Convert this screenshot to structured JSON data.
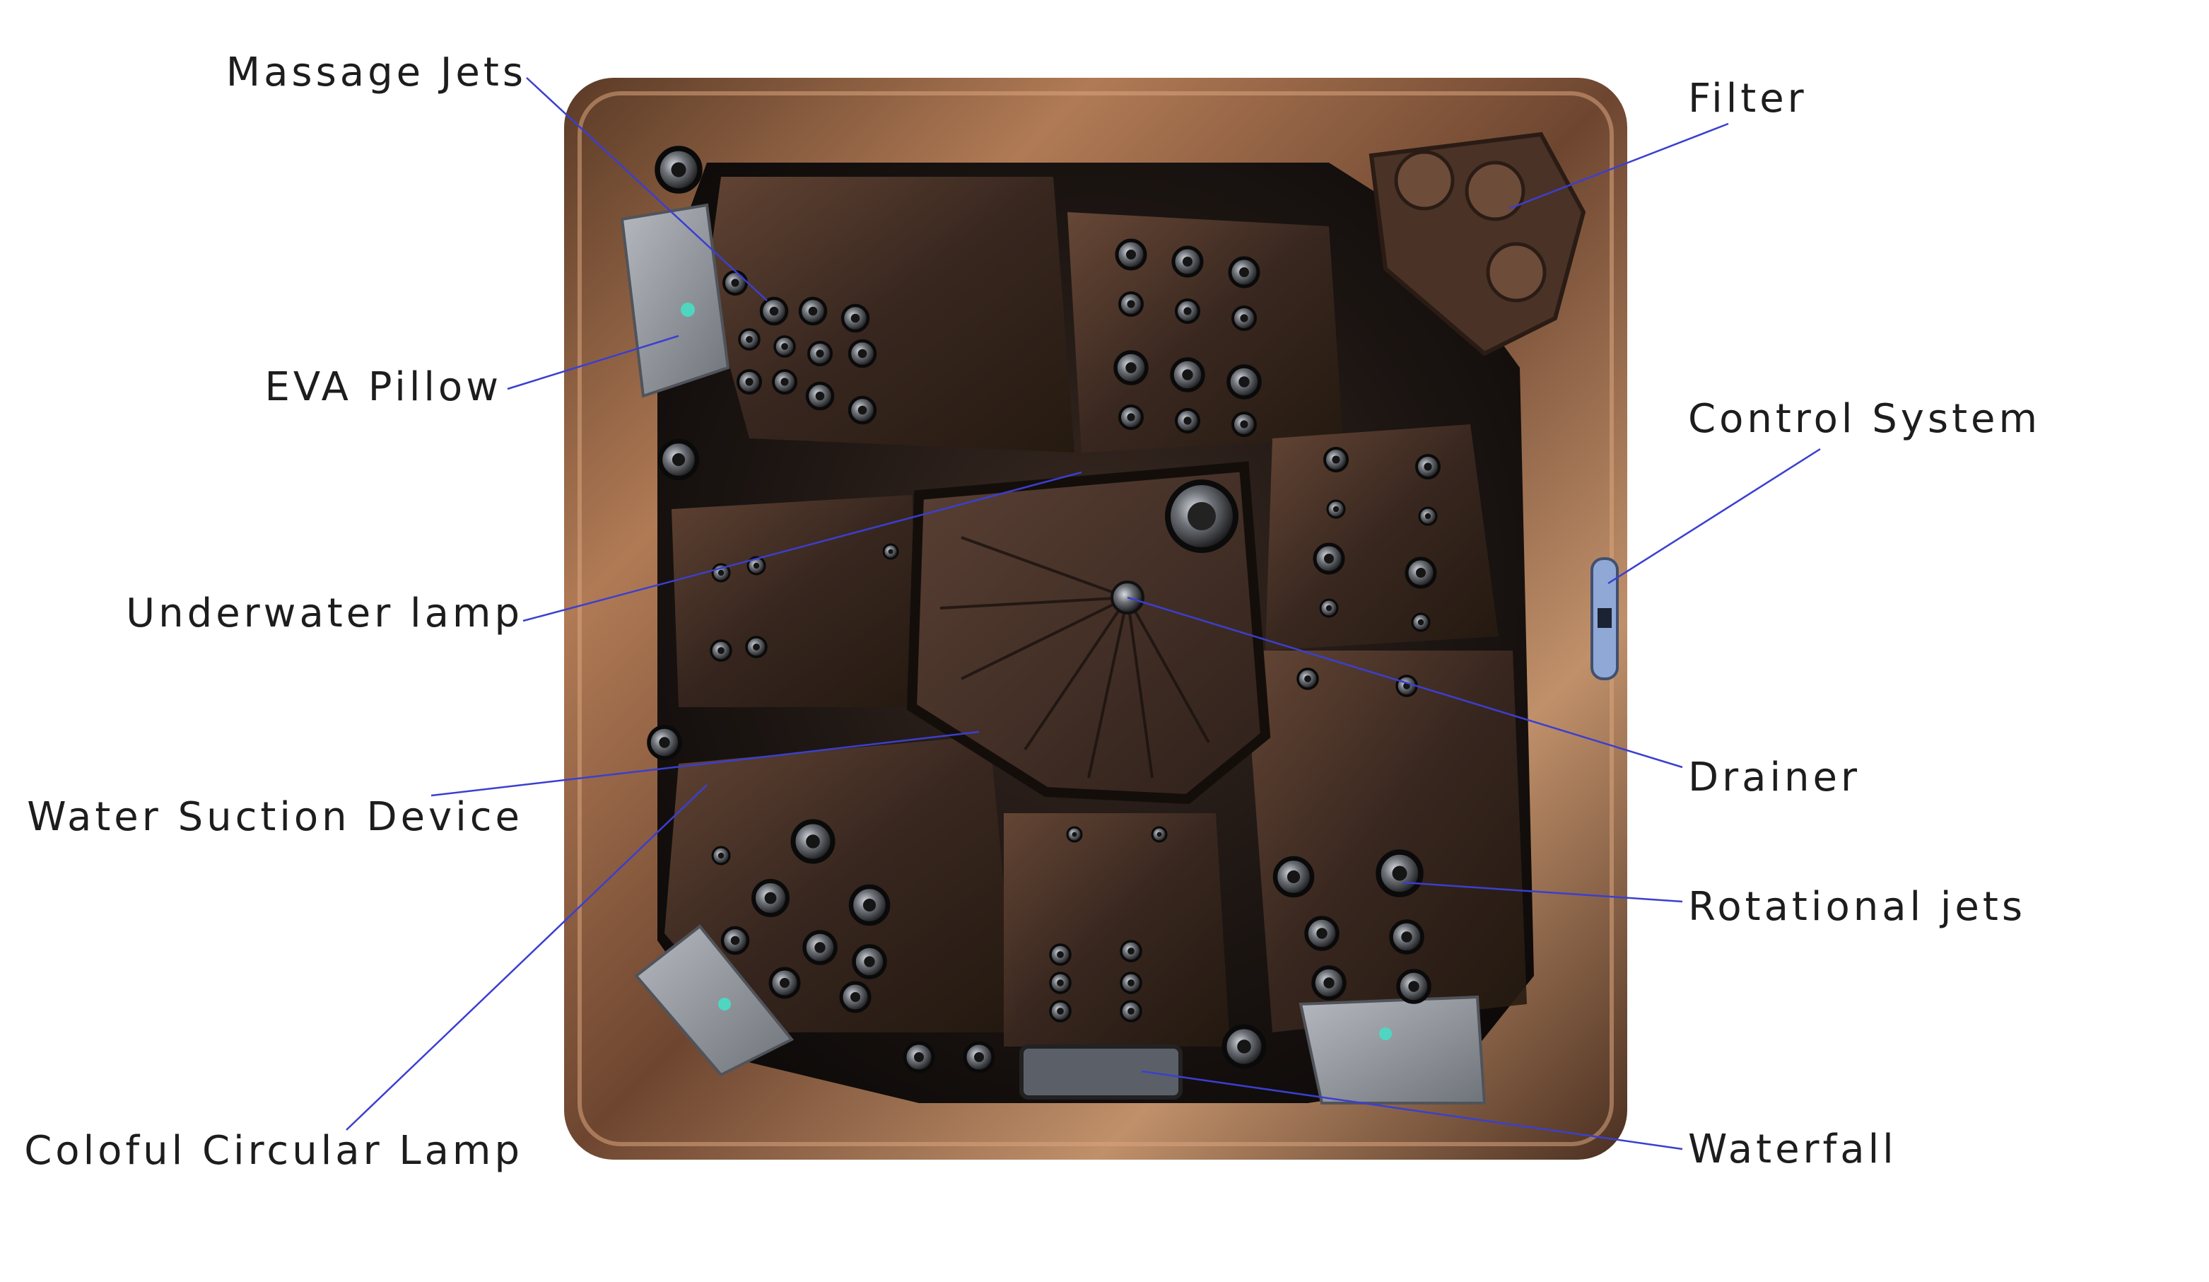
{
  "diagram": {
    "callouts": [
      {
        "id": "massage-jets",
        "label": "Massage Jets"
      },
      {
        "id": "eva-pillow",
        "label": "EVA Pillow"
      },
      {
        "id": "underwater-lamp",
        "label": "Underwater lamp"
      },
      {
        "id": "water-suction-device",
        "label": "Water Suction Device"
      },
      {
        "id": "coloful-circular-lamp",
        "label": "Coloful Circular Lamp"
      },
      {
        "id": "filter",
        "label": "Filter"
      },
      {
        "id": "control-system",
        "label": "Control System"
      },
      {
        "id": "drainer",
        "label": "Drainer"
      },
      {
        "id": "rotational-jets",
        "label": "Rotational jets"
      },
      {
        "id": "waterfall",
        "label": "Waterfall"
      }
    ]
  },
  "colors": {
    "leader_line": "#3b3fd0",
    "shell_copper": "#8a5a3a",
    "shell_highlight": "#c89370",
    "interior_dark": "#1a1412",
    "seat_brown": "#3e2a20",
    "pillow_grey": "#8c9096",
    "label_text": "#1d1d1d"
  }
}
